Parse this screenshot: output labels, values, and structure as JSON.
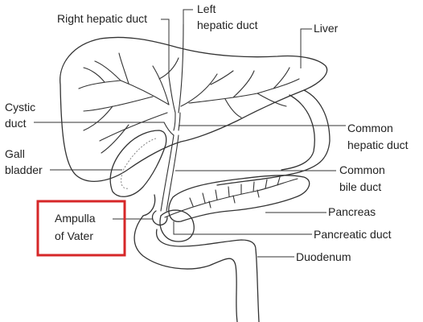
{
  "labels": {
    "right_hepatic_duct": "Right hepatic duct",
    "left_hepatic_duct": [
      "Left",
      "hepatic duct"
    ],
    "liver": "Liver",
    "cystic_duct": [
      "Cystic",
      "duct"
    ],
    "common_hepatic_duct": [
      "Common",
      "hepatic duct"
    ],
    "gall_bladder": [
      "Gall",
      "bladder"
    ],
    "common_bile_duct": [
      "Common",
      "bile duct"
    ],
    "ampulla_of_vater": [
      "Ampulla",
      "of Vater"
    ],
    "pancreas": "Pancreas",
    "pancreatic_duct": "Pancreatic duct",
    "duodenum": "Duodenum"
  },
  "highlight": {
    "target": "ampulla_of_vater",
    "color": "#d62728"
  },
  "colors": {
    "line": "#333333",
    "text": "#222222",
    "background": "#ffffff"
  }
}
